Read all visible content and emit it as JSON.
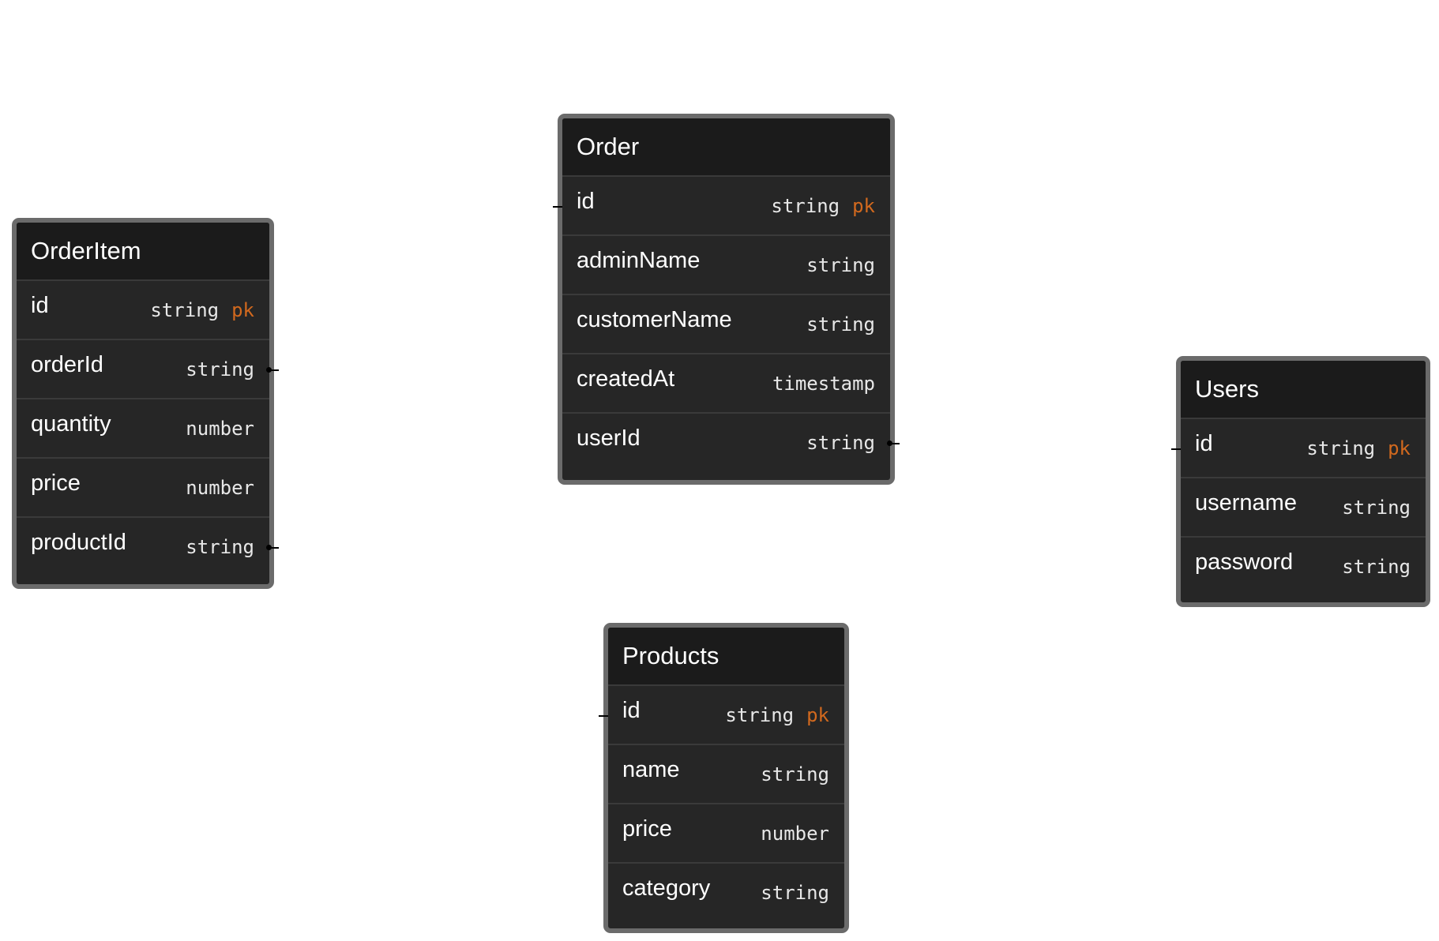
{
  "tables": {
    "orderitem": {
      "name": "OrderItem",
      "fields": [
        {
          "name": "id",
          "type": "string",
          "key": "pk"
        },
        {
          "name": "orderId",
          "type": "string",
          "key": ""
        },
        {
          "name": "quantity",
          "type": "number",
          "key": ""
        },
        {
          "name": "price",
          "type": "number",
          "key": ""
        },
        {
          "name": "productId",
          "type": "string",
          "key": ""
        }
      ]
    },
    "order": {
      "name": "Order",
      "fields": [
        {
          "name": "id",
          "type": "string",
          "key": "pk"
        },
        {
          "name": "adminName",
          "type": "string",
          "key": ""
        },
        {
          "name": "customerName",
          "type": "string",
          "key": ""
        },
        {
          "name": "createdAt",
          "type": "timestamp",
          "key": ""
        },
        {
          "name": "userId",
          "type": "string",
          "key": ""
        }
      ]
    },
    "users": {
      "name": "Users",
      "fields": [
        {
          "name": "id",
          "type": "string",
          "key": "pk"
        },
        {
          "name": "username",
          "type": "string",
          "key": ""
        },
        {
          "name": "password",
          "type": "string",
          "key": ""
        }
      ]
    },
    "products": {
      "name": "Products",
      "fields": [
        {
          "name": "id",
          "type": "string",
          "key": "pk"
        },
        {
          "name": "name",
          "type": "string",
          "key": ""
        },
        {
          "name": "price",
          "type": "number",
          "key": ""
        },
        {
          "name": "category",
          "type": "string",
          "key": ""
        }
      ]
    }
  },
  "colors": {
    "table_body": "#262626",
    "table_header": "#1b1b1b",
    "table_border": "#6b6b6b",
    "pk_accent": "#d2691e",
    "text": "#ffffff"
  }
}
